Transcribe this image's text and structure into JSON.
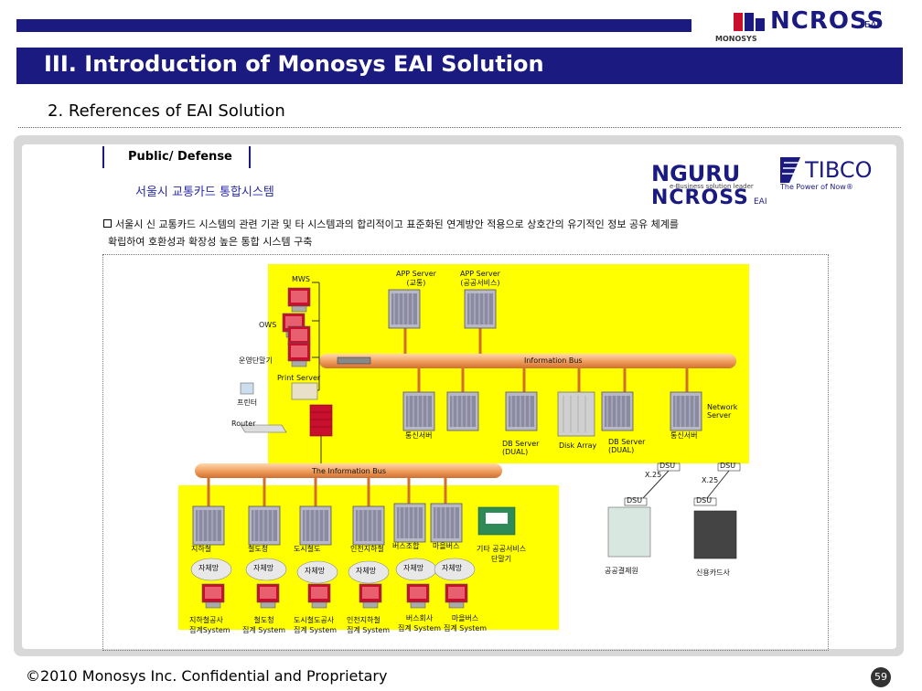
{
  "title": "III. Introduction of Monosys EAI Solution",
  "subtitle": "2.  References of  EAI  Solution",
  "logos": {
    "top_brand": "NCROSS",
    "top_brand_suffix": "EAI",
    "top_company": "MONOSYS",
    "nguru": "NGURU",
    "nguru_tag": "e-Business solution leader",
    "ncross": "NCROSS",
    "ncross_suffix": "EAI",
    "tibco": "TIBCO",
    "tibco_tag": "The Power of Now®"
  },
  "category": "Public/ Defense",
  "project_title": "서울시 교통카드 통합시스템",
  "bullet_line1": "서울시 신 교통카드 시스템의 관련 기관 및 타 시스템과의 합리적이고 표준화된 연계방안 적용으로 상호간의 유기적인 정보 공유 체계를",
  "bullet_line2": "확립하여 호환성과 확장성 높은 통합 시스템 구축",
  "diagram": {
    "mws": "MWS",
    "ows": "OWS",
    "ops_terminal": "운영단말기",
    "app_server_1": "APP Server\n(교통)",
    "app_server_2": "APP Server\n(공공서비스)",
    "info_bus": "Information Bus",
    "print_server": "Print Server",
    "printer": "프린터",
    "router": "Router",
    "network_server": "Network\nServer",
    "comm_server_1": "통신서버",
    "comm_server_2": "통신서버",
    "db_server_1": "DB Server\n(DUAL)",
    "disk_array": "Disk Array",
    "db_server_2": "DB Server\n(DUAL)",
    "dsu_1": "DSU",
    "dsu_2": "DSU",
    "dsu_3": "DSU",
    "dsu_4": "DSU",
    "x25_1": "X.25",
    "x25_2": "X.25",
    "the_info_bus": "The Information Bus",
    "subway": "지하철",
    "railway": "철도청",
    "city_rail": "도시철도",
    "incheon": "인천지하철",
    "bus_union": "버스조합",
    "village_bus": "마을버스",
    "other_services": "기타 공공서비스\n단말기",
    "agg_label": "자체망",
    "public_agency": "공공결제원",
    "credit_card": "신용카드사",
    "sys1": "지하철공사\n집계System",
    "sys2": "철도청\n집계 System",
    "sys3": "도시철도공사\n집계 System",
    "sys4": "인천지하철\n집계 System",
    "sys5": "버스회사\n집계 System",
    "sys6": "마을버스\n집계 System"
  },
  "footer": "©2010 Monosys Inc. Confidential and Proprietary",
  "page_number": "59",
  "colors": {
    "navy": "#1a1a80",
    "yellow": "#ffff00",
    "bus": "#f4a460",
    "server_red": "#c8102e"
  }
}
